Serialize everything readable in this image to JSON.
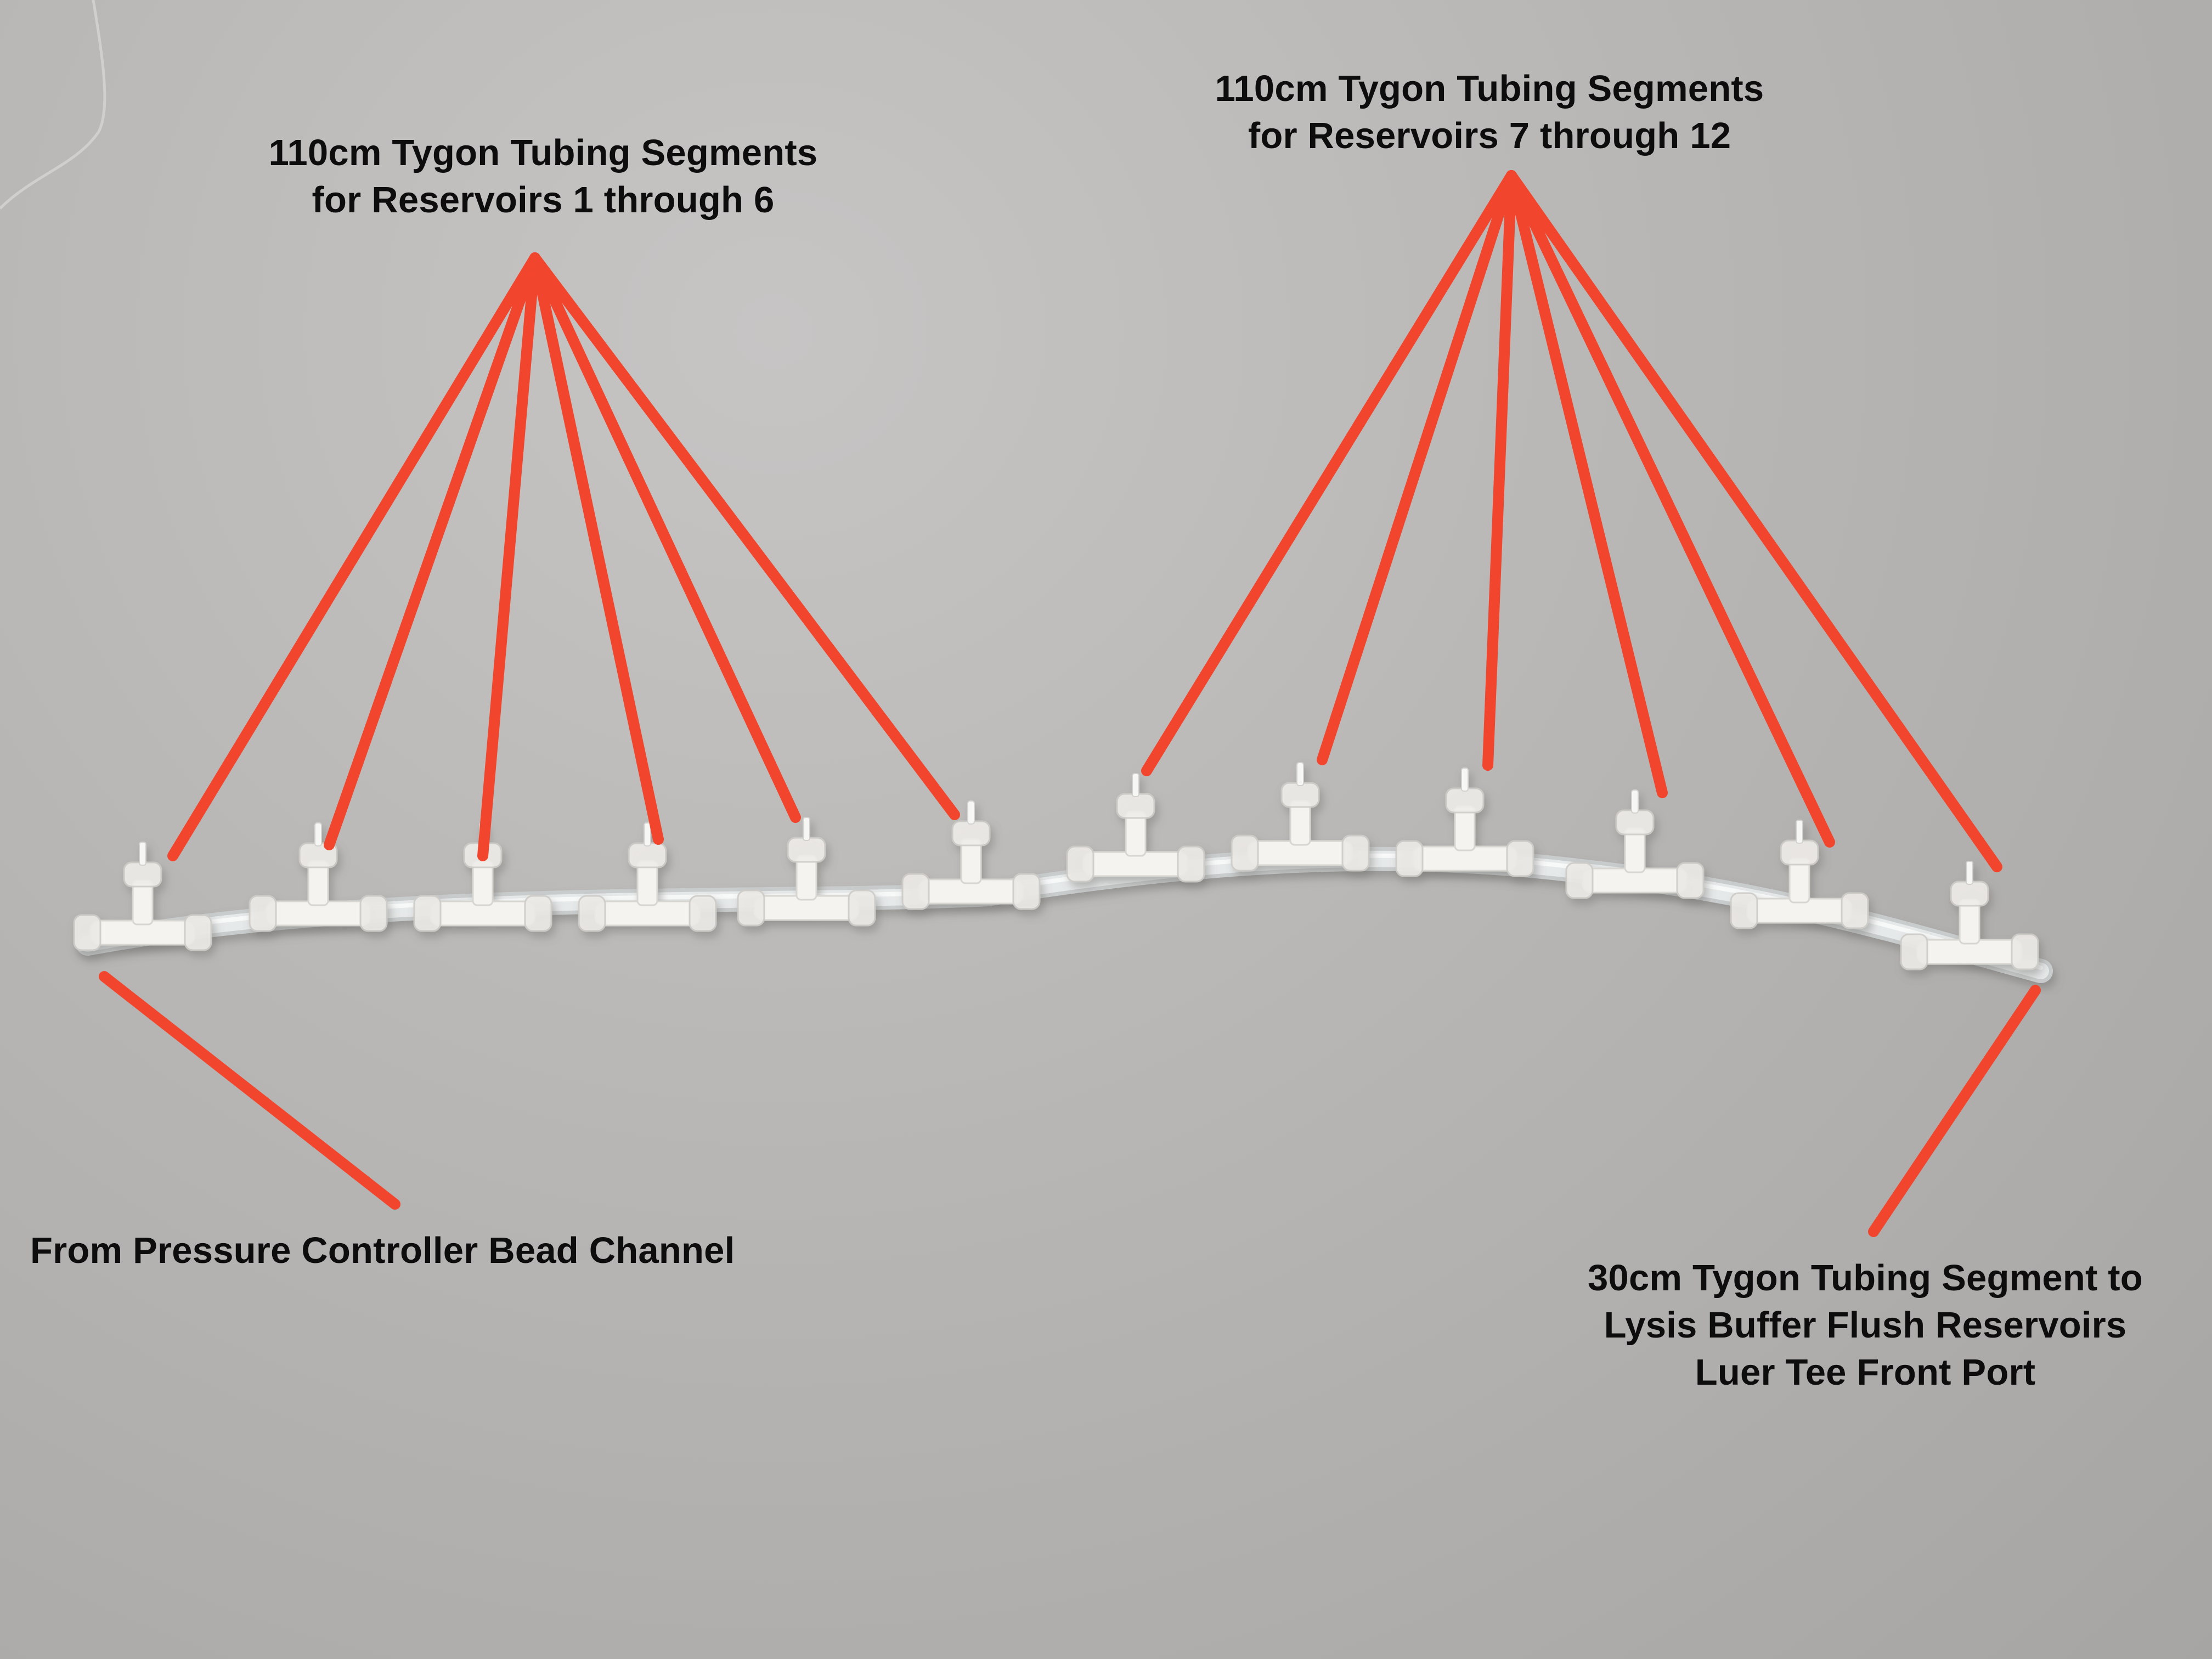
{
  "labels": {
    "reservoirs_1_6": {
      "line1": "110cm Tygon Tubing Segments",
      "line2": "for Reservoirs 1 through 6"
    },
    "reservoirs_7_12": {
      "line1": "110cm Tygon Tubing Segments",
      "line2": "for Reservoirs 7 through 12"
    },
    "inlet": {
      "line1": "From Pressure Controller Bead Channel"
    },
    "outlet": {
      "line1": "30cm Tygon Tubing Segment to",
      "line2": "Lysis Buffer Flush Reservoirs",
      "line3": "Luer Tee Front Port"
    }
  },
  "colors": {
    "arrow": "#f2452d",
    "background": "#b8b6b4",
    "text": "#0d0d0d",
    "fitting": "#f4f3f0",
    "tubing": "#d9dcdc"
  }
}
